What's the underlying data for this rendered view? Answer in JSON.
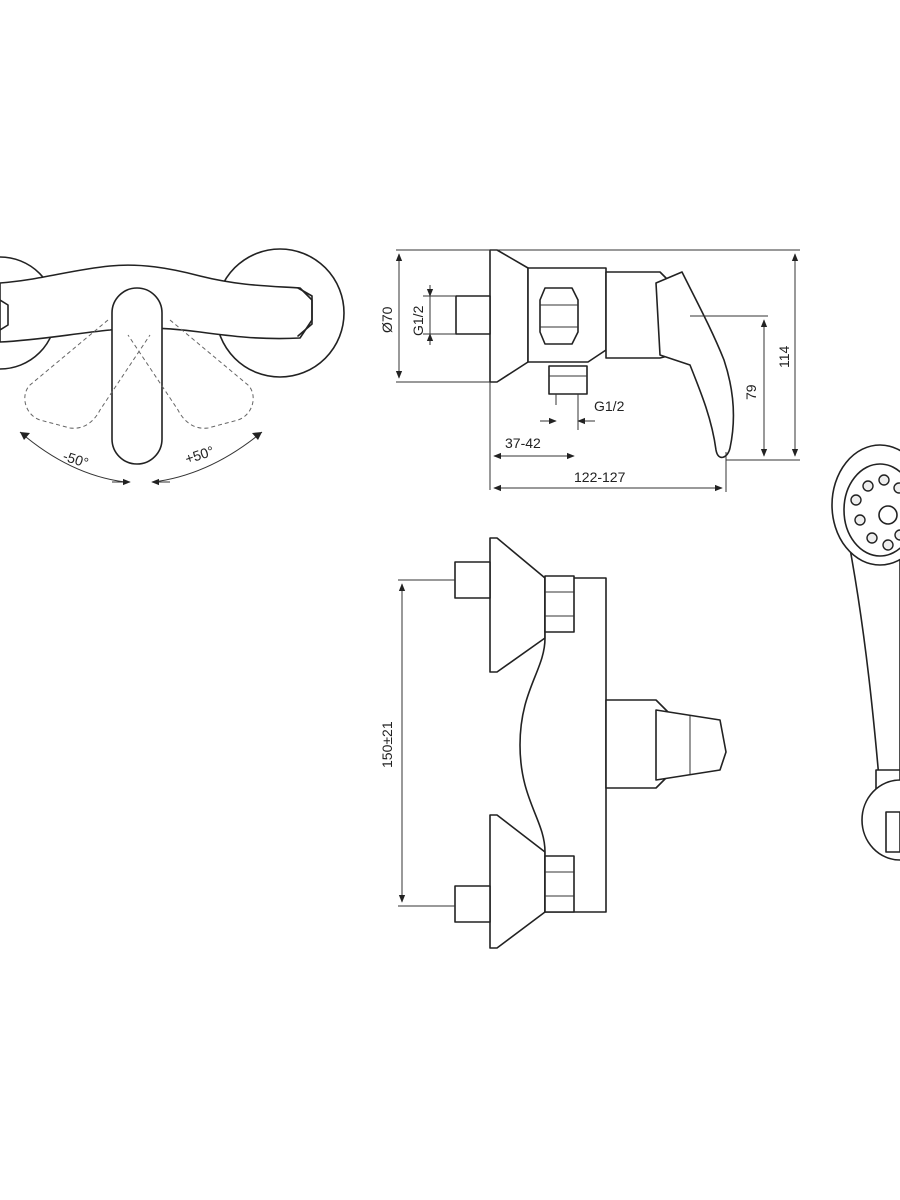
{
  "dimensions": {
    "front_angle_left": "-50°",
    "front_angle_right": "+50°",
    "diameter_rosette": "Ø70",
    "thread_inlet": "G1/2",
    "thread_outlet": "G1/2",
    "outlet_offset": "37-42",
    "projection_total": "122-127",
    "lever_height": "79",
    "overall_height": "114",
    "centre_distance": "150±21"
  },
  "colors": {
    "line": "#222222",
    "background": "#ffffff"
  }
}
